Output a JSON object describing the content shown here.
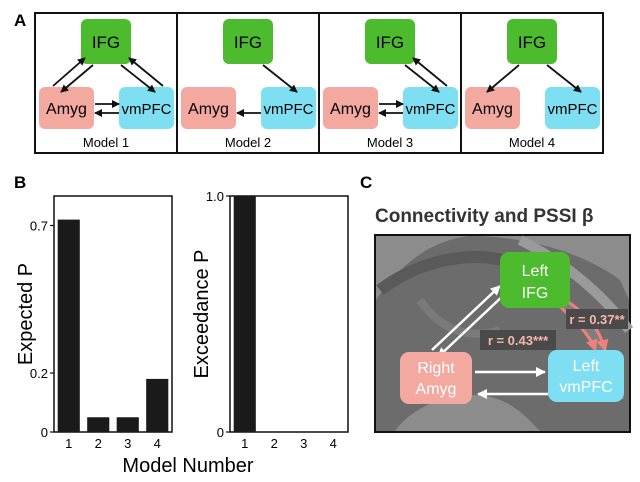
{
  "panels": {
    "a": "A",
    "b": "B",
    "c": "C"
  },
  "node_labels": {
    "ifg": "IFG",
    "amyg": "Amyg",
    "vmpfc": "vmPFC"
  },
  "models": [
    {
      "label": "Model 1",
      "links": [
        "amyg->ifg",
        "ifg->amyg",
        "ifg->vmpfc",
        "vmpfc->ifg",
        "amyg->vmpfc",
        "vmpfc->amyg"
      ]
    },
    {
      "label": "Model 2",
      "links": [
        "ifg->vmpfc",
        "vmpfc->amyg"
      ]
    },
    {
      "label": "Model 3",
      "links": [
        "ifg->vmpfc",
        "vmpfc->ifg",
        "amyg->vmpfc",
        "vmpfc->amyg"
      ]
    },
    {
      "label": "Model 4",
      "links": [
        "ifg->amyg",
        "ifg->vmpfc"
      ]
    }
  ],
  "colors": {
    "ifg": "#4cbb2e",
    "amyg": "#f3a9a0",
    "vmpfc": "#7fdff2",
    "bar": "#1a1a1a",
    "connectivity_label_bg": "#4a4a4a",
    "connectivity_label_text": "#f4b8aa",
    "connectivity_arrow": "#f07f7f"
  },
  "chart_data": [
    {
      "type": "bar",
      "categories": [
        "1",
        "2",
        "3",
        "4"
      ],
      "values": [
        0.72,
        0.05,
        0.05,
        0.18
      ],
      "ylabel": "Expected P",
      "yticks": [
        "0.7",
        "0.2",
        "0"
      ],
      "ylim": [
        0,
        0.8
      ]
    },
    {
      "type": "bar",
      "categories": [
        "1",
        "2",
        "3",
        "4"
      ],
      "values": [
        1.0,
        0,
        0,
        0
      ],
      "ylabel": "Exceedance P",
      "yticks": [
        "1.0",
        "0"
      ],
      "ylim": [
        0,
        1.0
      ]
    }
  ],
  "xlabel": "Model Number",
  "connectivity": {
    "title": "Connectivity and PSSI β",
    "nodes": {
      "ifg": [
        "Left",
        "IFG"
      ],
      "amyg": [
        "Right",
        "Amyg"
      ],
      "vmpfc": [
        "Left",
        "vmPFC"
      ]
    },
    "r_labels": {
      "amyg_vmpfc": "r = 0.43***",
      "ifg_vmpfc": "r = 0.37**"
    }
  }
}
